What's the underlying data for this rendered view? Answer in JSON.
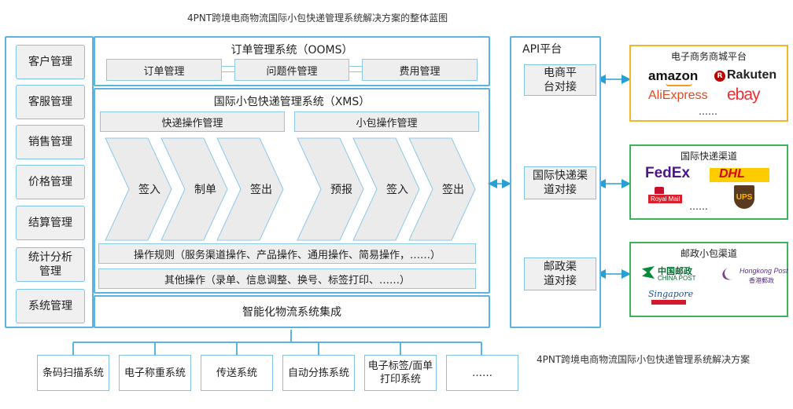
{
  "caption_top": "4PNT跨境电商物流国际小包快递管理系统解决方案的整体蓝图",
  "caption_bottom": "4PNT跨境电商物流国际小包快递管理系统解决方案",
  "left_menu": [
    "客户管理",
    "客服管理",
    "销售管理",
    "价格管理",
    "结算管理",
    "统计分析管理",
    "系统管理"
  ],
  "ooms": {
    "title": "订单管理系统（OOMS）",
    "items": [
      "订单管理",
      "问题件管理",
      "费用管理"
    ]
  },
  "xms": {
    "title": "国际小包快递管理系统（XMS）",
    "express_title": "快递操作管理",
    "parcel_title": "小包操作管理",
    "express_steps": [
      "签入",
      "制单",
      "签出"
    ],
    "parcel_steps": [
      "预报",
      "签入",
      "签出"
    ],
    "rules": "操作规则（服务渠道操作、产品操作、通用操作、简易操作，……）",
    "other": "其他操作（录单、信息调整、换号、标签打印、……）"
  },
  "integration": "智能化物流系统集成",
  "bottom_systems": [
    "条码扫描系统",
    "电子称重系统",
    "传送系统",
    "自动分拣系统",
    "电子标签/面单打印系统",
    "……"
  ],
  "api": {
    "title": "API平台",
    "items": [
      "电商平台对接",
      "国际快递渠道对接",
      "邮政渠道对接"
    ]
  },
  "ecommerce": {
    "title": "电子商务商城平台",
    "logos": [
      "amazon",
      "Rakuten",
      "AliExpress",
      "ebay"
    ],
    "more": "……"
  },
  "express_channels": {
    "title": "国际快递渠道",
    "logos": [
      "FedEx",
      "DHL",
      "Royal Mail",
      "UPS"
    ],
    "more": "……"
  },
  "postal_channels": {
    "title": "邮政小包渠道",
    "logos": [
      "中国邮政",
      "CHINA POST",
      "Hongkong Post",
      "香港郵政",
      "Singapore"
    ]
  },
  "colors": {
    "blue_border": "#5bb3e0",
    "green_border": "#3fb35a",
    "gold_border": "#f2b52b",
    "arrow": "#2a9fd6",
    "chevron_fill": "#ebebeb"
  }
}
